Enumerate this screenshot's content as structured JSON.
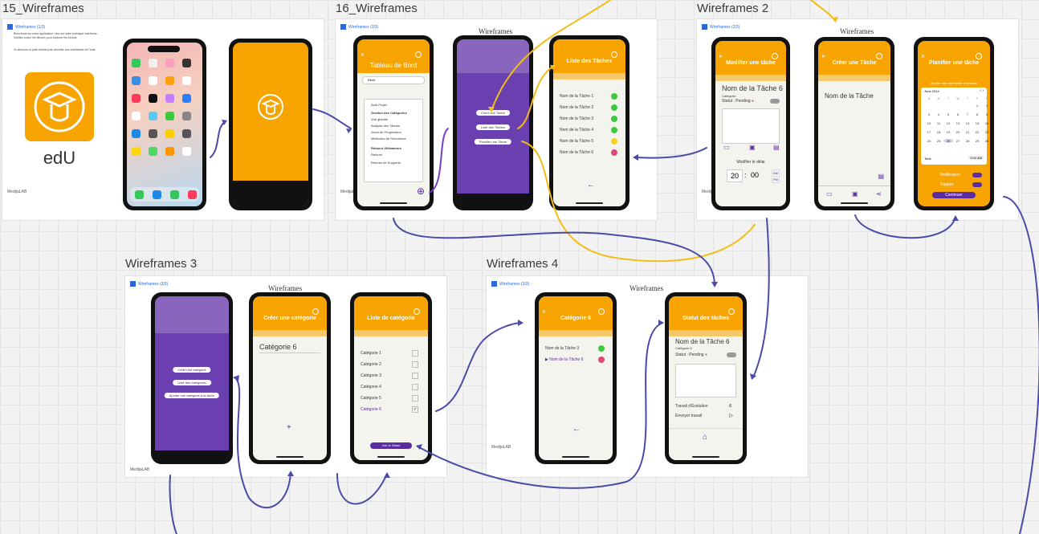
{
  "frames": {
    "f15": {
      "title": "15_Wireframes",
      "head": "Wireframes (1/3)",
      "desc": "Bienvenue sur notre application, ceci est notre prototype wireframe. Veuillez suivre les flèches pour explorer les écrans.",
      "desc2": "Ci-dessous un petit tutoriel pour accéder aux wireframes de l'outil.",
      "app_name": "edU",
      "footer": "MedijaLAB"
    },
    "f16": {
      "title": "16_Wireframes",
      "head": "Wireframes (2/3)",
      "wire": "Wireframes",
      "footer": "MedijaLAB"
    },
    "fw2": {
      "title": "Wireframes 2",
      "head": "Wireframes (2/3)",
      "wire": "Wireframes",
      "footer": "MedijaLAB"
    },
    "fw3": {
      "title": "Wireframes 3",
      "head": "Wireframes (3/3)",
      "wire": "Wireframes",
      "footer": "MedijaLAB"
    },
    "fw4": {
      "title": "Wireframes 4",
      "head": "Wireframes (3/3)",
      "wire": "Wireframes",
      "footer": "MedijaLAB"
    }
  },
  "screens": {
    "dashboard": {
      "title": "Tableau de Bord",
      "search": "Rech",
      "section1": "Aide-Projet",
      "section2": "Gestion des Catégories",
      "items": [
        "Vue globale",
        "Analyse des Tâches",
        "Jours de Progression",
        "Méthodes de Recherche"
      ],
      "section3": "Retours Utilisateurs",
      "items2": [
        "Retours",
        "Retours de Supports"
      ]
    },
    "menu": {
      "buttons": [
        "Créer une Tâche",
        "Liste des Tâches",
        "Planifier une Tâche"
      ]
    },
    "tasks": {
      "title": "Liste des Tâches",
      "items": [
        "Nom de la Tâche 1",
        "Nom de la Tâche 2",
        "Nom de la Tâche 3",
        "Nom de la Tâche 4",
        "Nom de la Tâche 5",
        "Nom de la Tâche 6"
      ]
    },
    "edit": {
      "title": "Modifier une tâche",
      "task": "Nom de la Tâche 6",
      "cat": "Catégorie",
      "status": "Statut : Pending",
      "deadline": "Modifier le délai",
      "hour": "20",
      "minute": "00",
      "am": "AM",
      "pm": "PM"
    },
    "create": {
      "title": "Créer une Tâche",
      "task": "Nom de la Tâche"
    },
    "plan": {
      "title": "Planifier une tâche",
      "sub": "Ajouter une date limite à la tâche",
      "month": "June 2024",
      "days": [
        "S",
        "M",
        "T",
        "W",
        "T",
        "F",
        "S"
      ],
      "dates": [
        "",
        "",
        "",
        "",
        "",
        "1",
        "2",
        "3",
        "4",
        "5",
        "6",
        "7",
        "8",
        "9",
        "10",
        "11",
        "12",
        "13",
        "14",
        "15",
        "16",
        "17",
        "18",
        "19",
        "20",
        "21",
        "22",
        "23",
        "24",
        "25",
        "26",
        "27",
        "28",
        "29",
        "30"
      ],
      "time": "Time",
      "timev": "9:41 AM",
      "notif": "Notification",
      "remind": "Rappel",
      "continue": "Continuer"
    },
    "menu3": {
      "buttons": [
        "Créer une catégorie",
        "Liste des catégories",
        "Ajouter une catégorie à la tâche"
      ]
    },
    "createcat": {
      "title": "Créer une catégorie",
      "value": "Catégorie 6",
      "plus": "+"
    },
    "catlist": {
      "title": "Liste de catégorie",
      "items": [
        "Catégorie 1",
        "Catégorie 2",
        "Catégorie 3",
        "Catégorie 4",
        "Catégorie 5",
        "Catégorie 6"
      ],
      "button": "Voir le Statut"
    },
    "cat6": {
      "title": "Catégorie 6",
      "items": [
        "Nom de la Tâche 3",
        "Nom de la Tâche 6"
      ]
    },
    "status": {
      "title": "Statut des tâches",
      "task": "Nom de la Tâche 6",
      "cat": "Catégorie 6",
      "status": "Statut : Pending",
      "row1": "Travail d'Évolution",
      "row1v": "6",
      "row2": "Envoyer travail"
    }
  }
}
